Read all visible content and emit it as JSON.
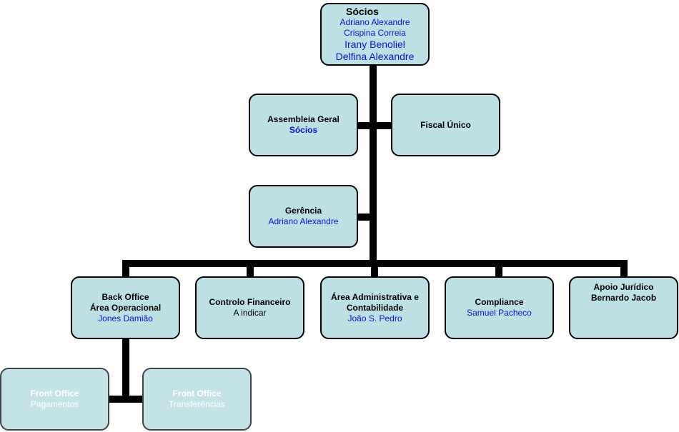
{
  "colors": {
    "box_fill": "#bde0e4",
    "line": "#000000",
    "name_text": "#0a13d6",
    "faded_text": "#ffffff"
  },
  "socios": {
    "title": "Sócios",
    "members": [
      "Adriano Alexandre",
      "Crispina Correia",
      "Irany Benoliel",
      "Delfina Alexandre"
    ]
  },
  "assembleia": {
    "title": "Assembleia Geral",
    "name": "Sócios"
  },
  "fiscal": {
    "title": "Fiscal Único"
  },
  "gerencia": {
    "title": "Gerência",
    "name": "Adriano Alexandre"
  },
  "back_office": {
    "line1": "Back Office",
    "line2": "Área Operacional",
    "name": "Jones Damião"
  },
  "controlo": {
    "title": "Controlo Financeiro",
    "name": "A indicar"
  },
  "area_admin": {
    "line1": "Área Administrativa e",
    "line2": "Contabilidade",
    "name": "João S. Pedro"
  },
  "compliance": {
    "title": "Compliance",
    "name": "Samuel Pacheco"
  },
  "apoio": {
    "line1": "Apoio Jurídico",
    "line2": "Bernardo Jacob"
  },
  "front_pag": {
    "title": "Front Office",
    "sub": "Pagamentos"
  },
  "front_trans": {
    "title": "Front Office",
    "sub": "Transferências"
  }
}
